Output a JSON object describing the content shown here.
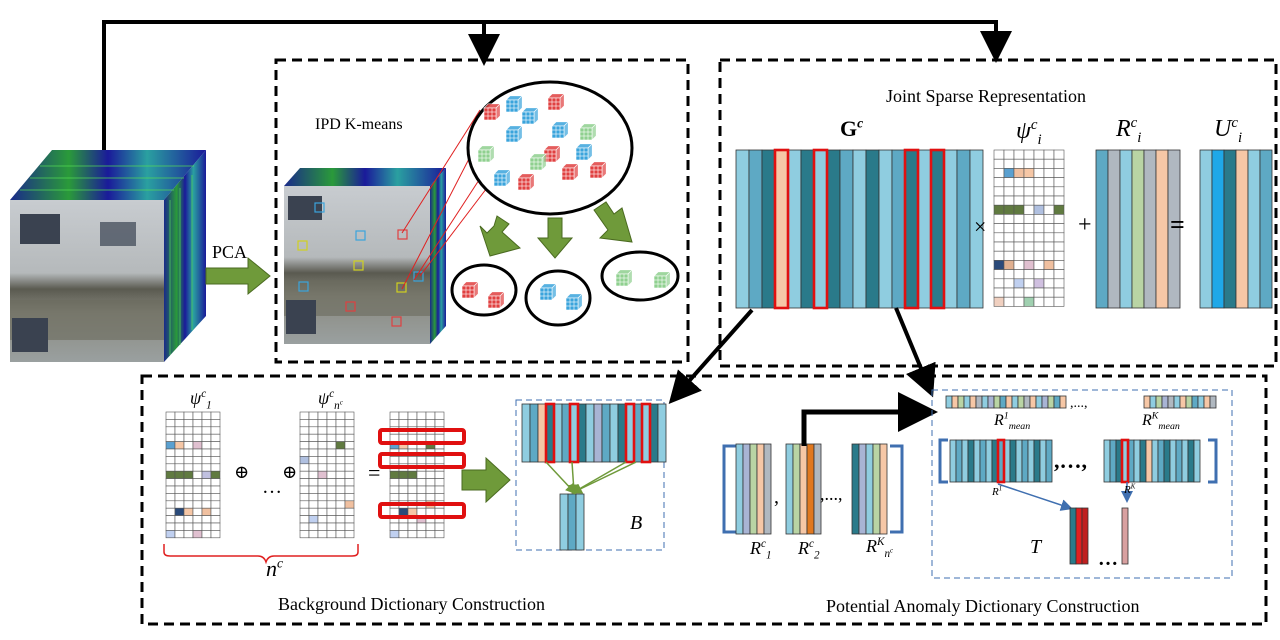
{
  "labels": {
    "pca": "PCA",
    "ipd_kmeans": "IPD K-means",
    "joint_sparse": "Joint  Sparse Representation",
    "background_dict": "Background Dictionary Construction",
    "potential_dict": "Potential Anomaly Dictionary Construction"
  },
  "math": {
    "G": "G",
    "c": "c",
    "psi": "ψ",
    "i": "i",
    "R": "R",
    "U": "U",
    "times": "×",
    "plus": "+",
    "equals": "=",
    "oplus": "⊕",
    "dots": "…",
    "n": "n",
    "one": "1",
    "two": "2",
    "K": "K",
    "mean": "mean",
    "B": "B",
    "T": "T",
    "comma": ",",
    "list_sep": ",...,",
    "seq_dots": ",…,"
  },
  "colors": {
    "dark_teal": "#2a7a8a",
    "light_blue": "#8fcde0",
    "mid_blue": "#5ea9c4",
    "peach": "#f6c7a6",
    "sage": "#b9d4a4",
    "green_olive": "#5f7a3a",
    "cube_red": "#e04040",
    "cube_blue": "#3aa4dc",
    "cube_green": "#8fd08f",
    "arrow_green": "#6f9a3a",
    "highlight_red": "#e01010",
    "dash_blue": "#3f6fb0",
    "U_blue": "#1fa8e8"
  }
}
